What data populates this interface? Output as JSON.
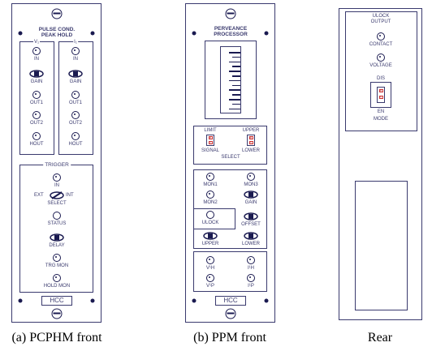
{
  "panel_a": {
    "title": "PULSE COND.\nPEAK HOLD",
    "ch1_header": "V₁",
    "ch2_header": "I₁",
    "ch1_jacks": [
      "IN",
      "GAIN",
      "OUT1",
      "OUT2",
      "HOUT"
    ],
    "ch2_jacks": [
      "IN",
      "GAIN",
      "OUT1",
      "OUT2",
      "HOUT"
    ],
    "trigger_title": "TRIGGER",
    "trigger_in": "IN",
    "ext": "EXT",
    "int": "INT",
    "select": "SELECT",
    "status": "STATUS",
    "delay": "DELAY",
    "trg_mon": "TRG MON",
    "hold_mon": "HOLD MON",
    "brand": "HCC"
  },
  "panel_b": {
    "title": "PERVEANCE\nPROCESSOR",
    "limit": "LIMIT",
    "upper": "UPPER",
    "signal": "SIGNAL",
    "lower": "LOWER",
    "select": "SELECT",
    "mon1": "MON1",
    "mon3": "MON3",
    "mon2": "MON2",
    "gain": "GAIN",
    "ulock": "ULOCK",
    "offset": "OFFSET",
    "upper_knob": "UPPER",
    "lower_knob": "LOWER",
    "vih": "V¹H",
    "iih": "I¹H",
    "vip": "V¹P",
    "iip": "I¹P",
    "brand": "HCC",
    "switch_glyphs": [
      "0",
      "1"
    ]
  },
  "panel_c": {
    "title": "ULOCK\nOUTPUT",
    "contact": "CONTACT",
    "voltage": "VOLTAGE",
    "dis": "DIS",
    "en": "EN",
    "mode": "MODE",
    "switch_glyphs": [
      "0",
      "1"
    ]
  },
  "captions": {
    "a": "(a) PCPHM front",
    "b": "(b) PPM front",
    "c": "Rear"
  }
}
